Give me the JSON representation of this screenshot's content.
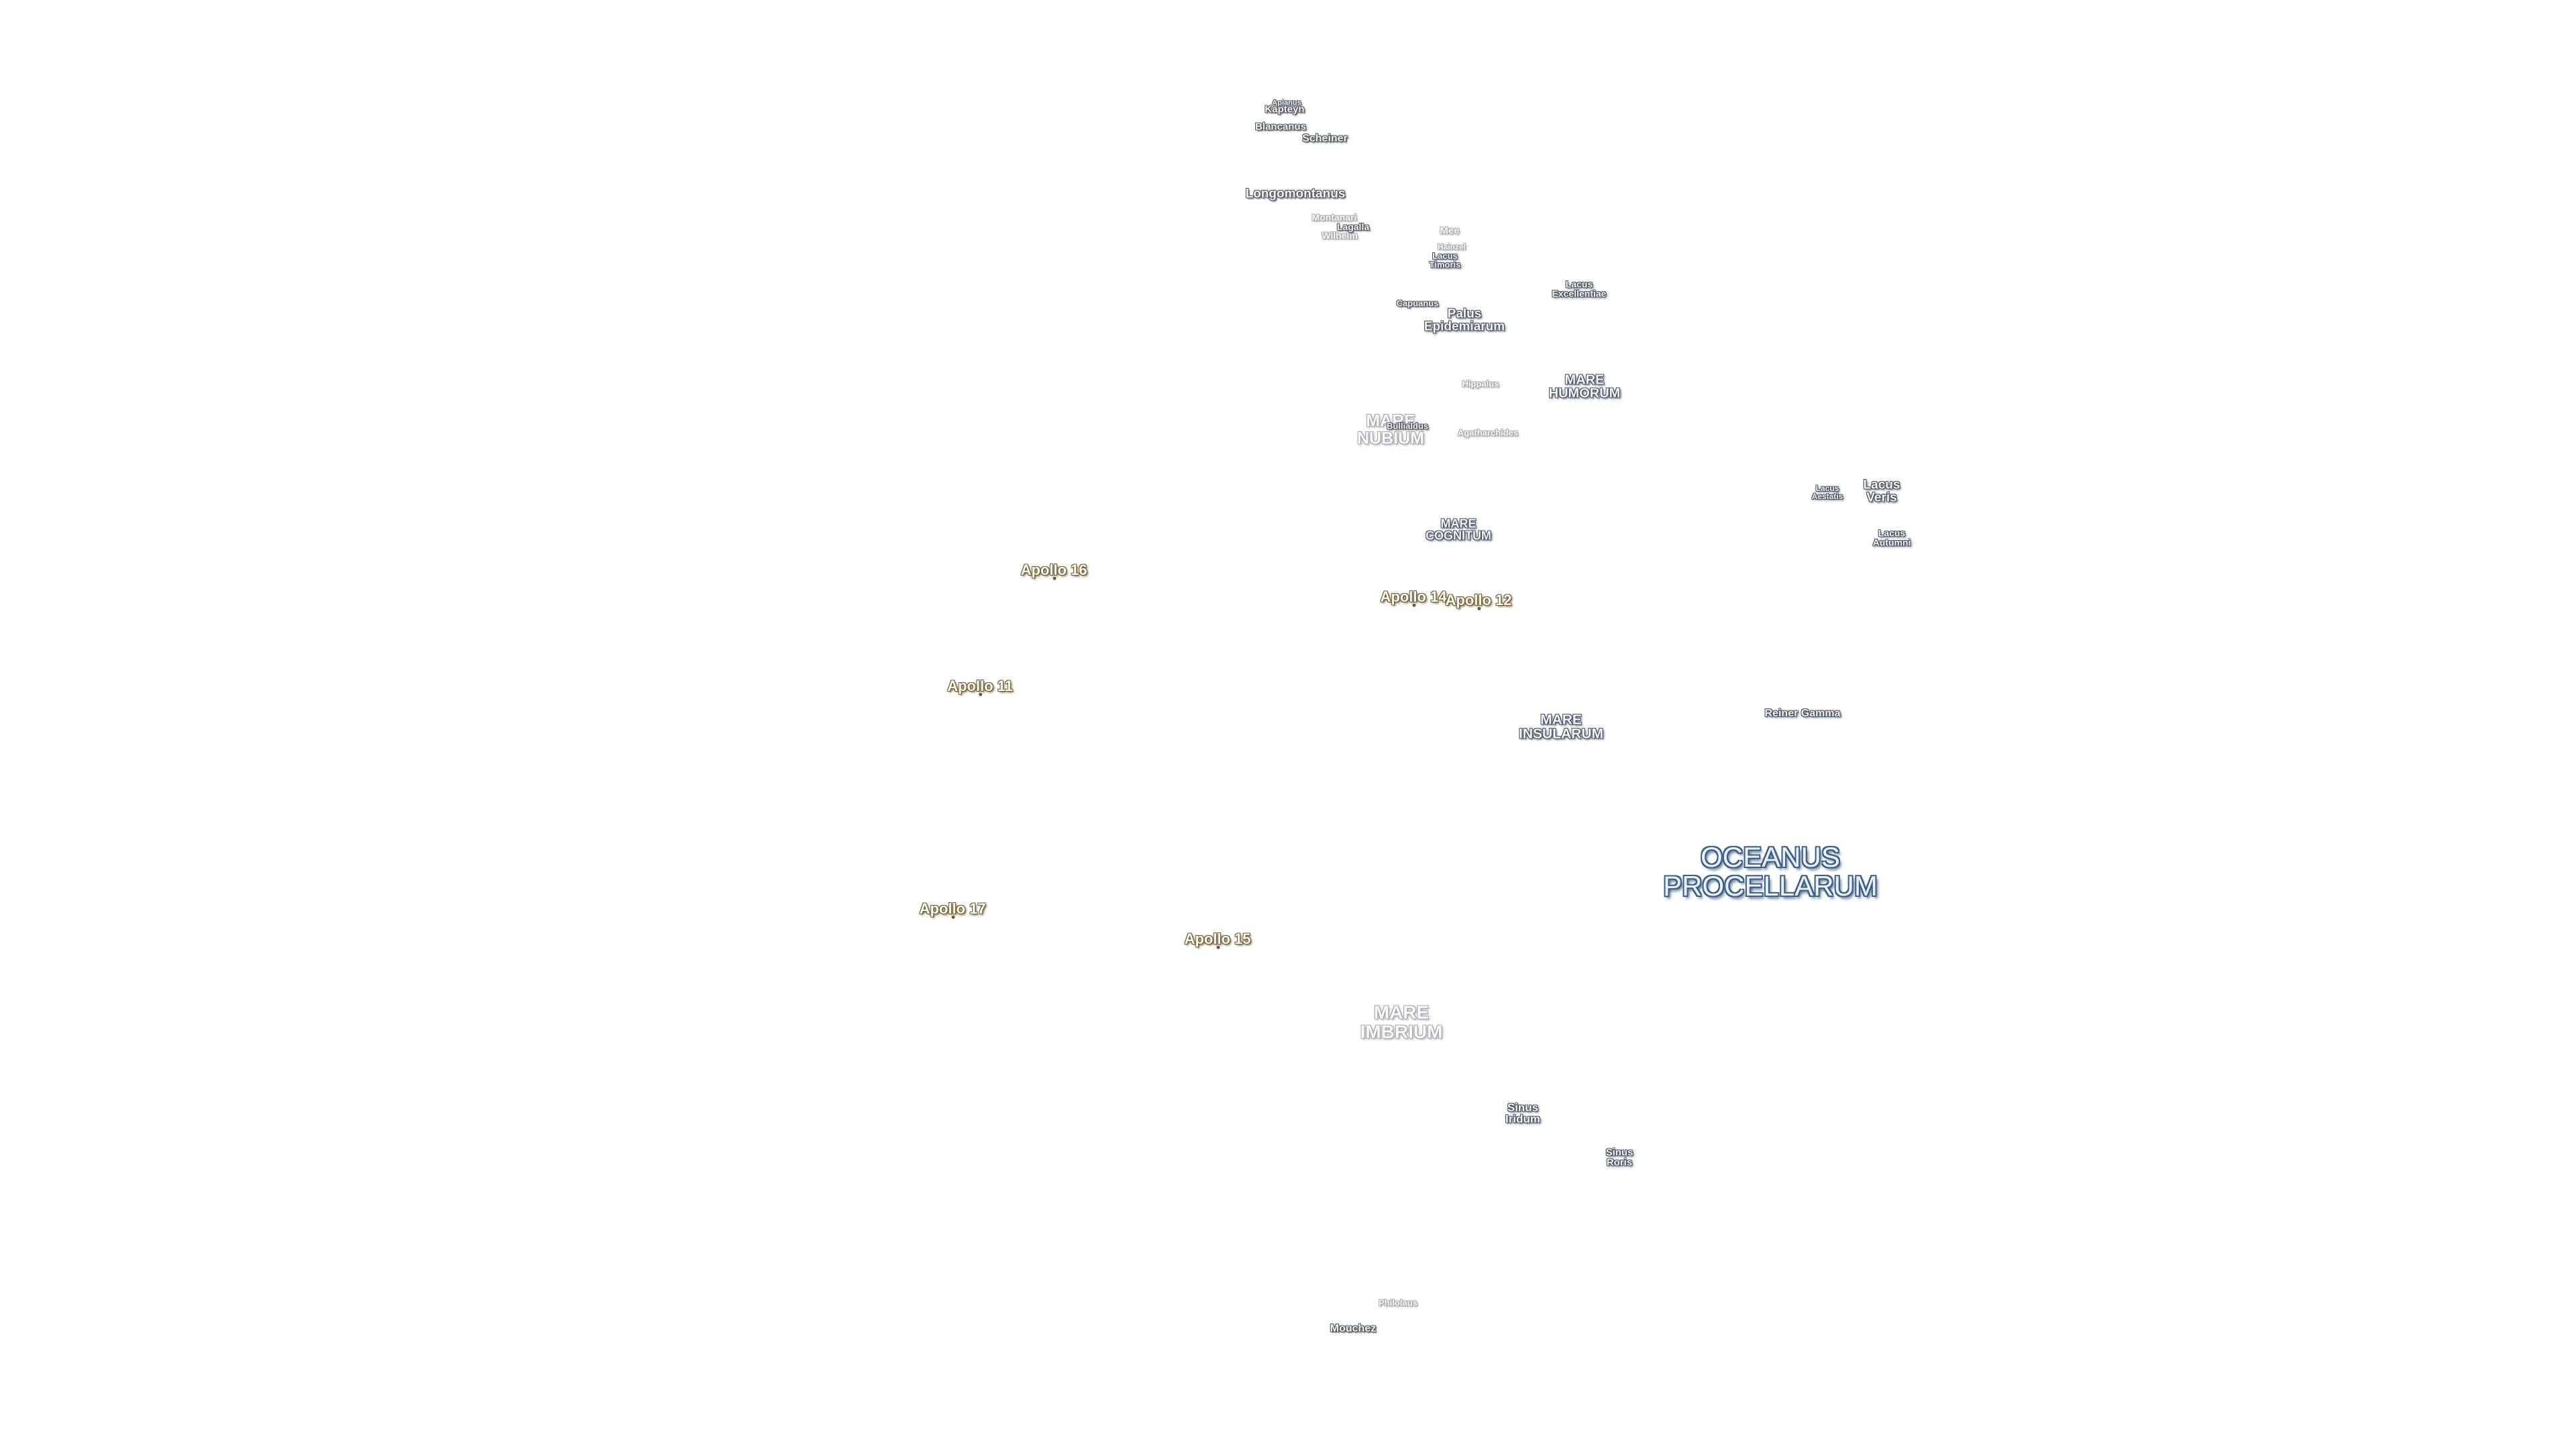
{
  "colors": {
    "background": "#ffffff",
    "label_outline": "#46505c",
    "ocean_outline": "#3b5f86",
    "apollo_outline": "#6e5a2e"
  },
  "map": {
    "labels": [
      {
        "name": "Apianus",
        "kind": "crater"
      },
      {
        "name": "Kapteyn",
        "kind": "crater"
      },
      {
        "name": "Blancanus",
        "kind": "crater"
      },
      {
        "name": "Scheiner",
        "kind": "crater"
      },
      {
        "name": "Longomontanus",
        "kind": "crater"
      },
      {
        "name": "Montanari",
        "kind": "crater"
      },
      {
        "name": "Lagalla",
        "kind": "crater"
      },
      {
        "name": "Wilhelm",
        "kind": "crater"
      },
      {
        "name": "Mee",
        "kind": "crater"
      },
      {
        "name": "Hainzel",
        "kind": "crater"
      },
      {
        "name": "Lacus\nTimoris",
        "kind": "feature"
      },
      {
        "name": "Lacus\nExcellentiae",
        "kind": "feature"
      },
      {
        "name": "Capuanus",
        "kind": "crater"
      },
      {
        "name": "Palus\nEpidemiarum",
        "kind": "feature"
      },
      {
        "name": "MARE\nHUMORUM",
        "kind": "feature"
      },
      {
        "name": "Hippalus",
        "kind": "crater"
      },
      {
        "name": "MARE\nNUBIUM",
        "kind": "feature"
      },
      {
        "name": "Bullialdus",
        "kind": "crater"
      },
      {
        "name": "Agatharchides",
        "kind": "crater"
      },
      {
        "name": "Lacus\nAestatis",
        "kind": "feature"
      },
      {
        "name": "Lacus\nVeris",
        "kind": "feature"
      },
      {
        "name": "Lacus\nAutumni",
        "kind": "feature"
      },
      {
        "name": "MARE\nCOGNITUM",
        "kind": "feature"
      },
      {
        "name": "Apollo 16",
        "kind": "apollo"
      },
      {
        "name": "Apollo 14",
        "kind": "apollo"
      },
      {
        "name": "Apollo 12",
        "kind": "apollo"
      },
      {
        "name": "Apollo 11",
        "kind": "apollo"
      },
      {
        "name": "MARE\nINSULARUM",
        "kind": "feature"
      },
      {
        "name": "Reiner Gamma",
        "kind": "feature"
      },
      {
        "name": "OCEANUS\nPROCELLARUM",
        "kind": "ocean"
      },
      {
        "name": "Apollo 17",
        "kind": "apollo"
      },
      {
        "name": "Apollo 15",
        "kind": "apollo"
      },
      {
        "name": "MARE\nIMBRIUM",
        "kind": "feature"
      },
      {
        "name": "Sinus\nIridum",
        "kind": "feature"
      },
      {
        "name": "Sinus\nRoris",
        "kind": "feature"
      },
      {
        "name": "Philolaus",
        "kind": "crater"
      },
      {
        "name": "Mouchez",
        "kind": "crater"
      }
    ]
  }
}
